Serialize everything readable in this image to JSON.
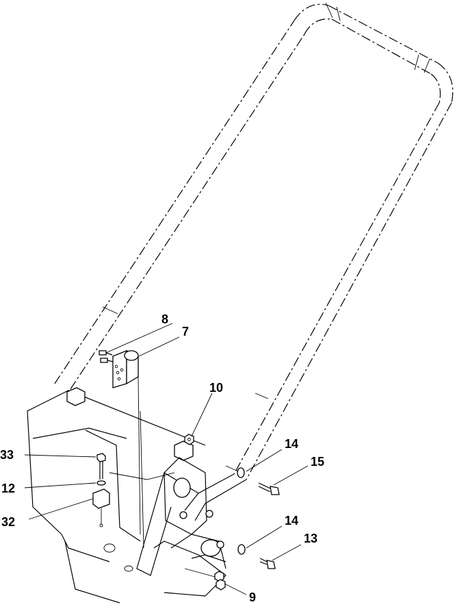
{
  "callouts": {
    "c7": "7",
    "c8": "8",
    "c9": "9",
    "c10": "10",
    "c12": "12",
    "c13": "13",
    "c14a": "14",
    "c14b": "14",
    "c15": "15",
    "c32": "32",
    "c33": "33"
  }
}
